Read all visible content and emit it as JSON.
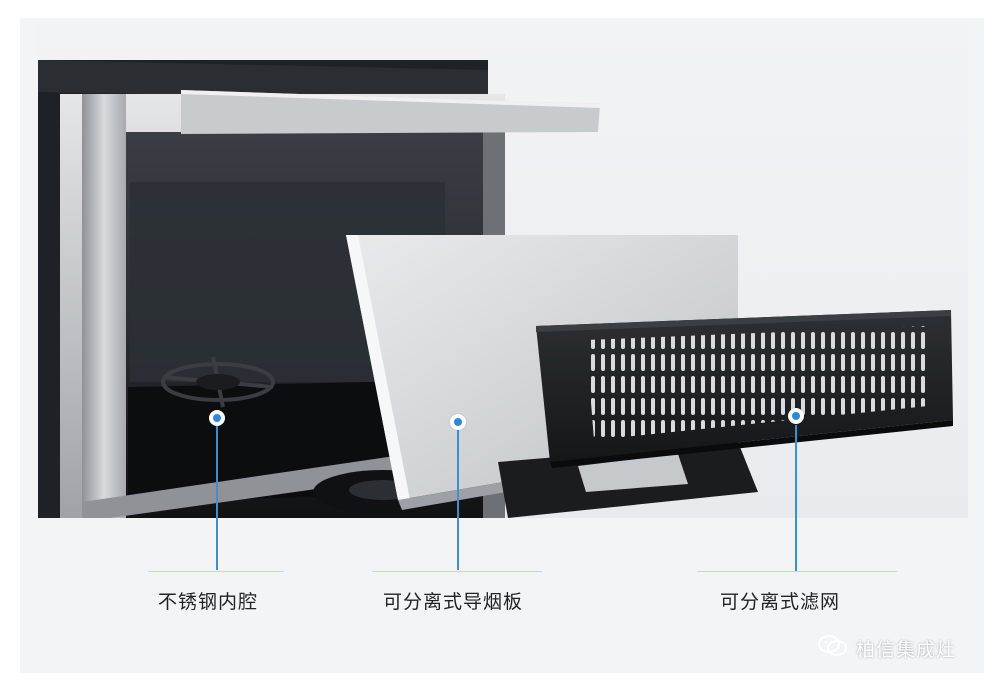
{
  "labels": {
    "cavity": "不锈钢内腔",
    "smoke_plate": "可分离式导烟板",
    "filter": "可分离式滤网"
  },
  "watermark": {
    "text": "柏信集成灶",
    "icon": "wechat-icon"
  },
  "colors": {
    "accent": "#2f88d6",
    "line": "#3c8fd3",
    "steel": "#b9bdc2",
    "dark_panel": "#1f2226"
  }
}
